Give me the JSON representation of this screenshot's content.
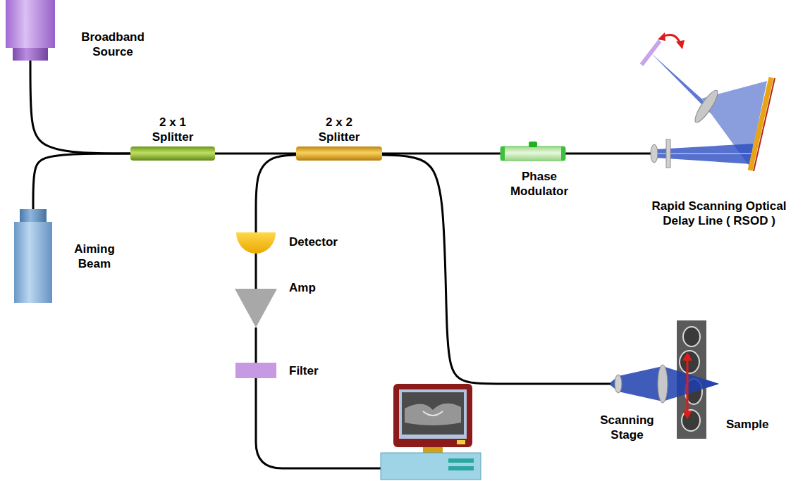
{
  "diagram": {
    "nodes": [
      {
        "text": [
          "Broadband Source"
        ]
      },
      {
        "text": [
          "Aiming Beam"
        ]
      },
      {
        "text": [
          "2 x 1 Splitter"
        ]
      },
      {
        "text": [
          "2 x 2 Splitter"
        ]
      },
      {
        "text": [
          "Phase Modulator"
        ]
      },
      {
        "text": [
          "Rapid Scanning Optical Delay Line ( RSOD )"
        ]
      },
      {
        "text": [
          "Detector"
        ]
      },
      {
        "text": [
          "Amp"
        ]
      },
      {
        "text": [
          "Filter"
        ]
      },
      {
        "text": [
          "Scanning Stage"
        ]
      },
      {
        "text": [
          "Sample"
        ]
      }
    ],
    "edges": [
      {
        "from": 0,
        "to": 2,
        "arrow": "none"
      },
      {
        "from": 1,
        "to": 2,
        "arrow": "none"
      },
      {
        "from": 2,
        "to": 3,
        "arrow": "none"
      },
      {
        "from": 3,
        "to": 4,
        "arrow": "none"
      },
      {
        "from": 4,
        "to": 5,
        "arrow": "none"
      },
      {
        "from": 3,
        "to": 6,
        "arrow": "none"
      },
      {
        "from": 3,
        "to": 9,
        "arrow": "none"
      },
      {
        "from": 6,
        "to": 7,
        "arrow": "none"
      },
      {
        "from": 7,
        "to": 8,
        "arrow": "none"
      }
    ]
  }
}
